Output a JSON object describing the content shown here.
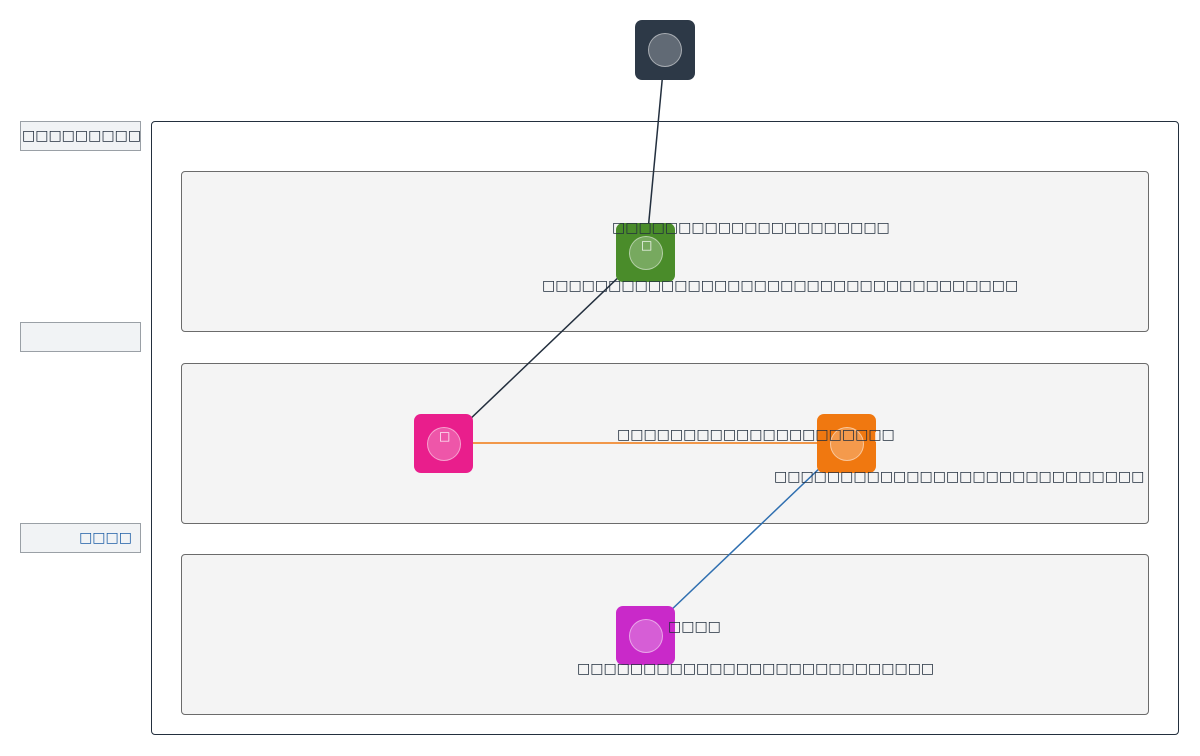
{
  "diagram": {
    "side_labels": [
      {
        "id": "label-1",
        "text": "□□□□□□□□□□□□□□□"
      },
      {
        "id": "label-2",
        "text": ""
      },
      {
        "id": "label-3",
        "text": "□□□□"
      }
    ],
    "nodes": {
      "top": {
        "glyph": "",
        "color": "#2d3947"
      },
      "green": {
        "glyph": "□",
        "color": "#4a8c2a",
        "title": "□□□□□□□□□□□□□□□□□□□□□",
        "subtitle": "□□□□□□□□□□□□□□□□□□□□□□□□□□□□□□□□□□□□"
      },
      "pink": {
        "glyph": "□",
        "color": "#e91e8c"
      },
      "orange": {
        "glyph": "□",
        "color": "#f07810",
        "subtitle": "□□□□□□□□□□□□□□□□□□□□□□□□□□□□"
      },
      "purple": {
        "glyph": "",
        "color": "#c929c9",
        "title": "□□□□",
        "subtitle": "□□□□□□□□□□□□□□□□□□□□□□□□□□□"
      }
    },
    "edge_label": "□□□□□□□□□□□□□□□□□□□□□",
    "colors": {
      "frame": "#232f3e",
      "edge_dark": "#232f3e",
      "edge_orange": "#f07810",
      "edge_blue": "#2f6fb0",
      "arrow_head": "#5a5f66"
    }
  }
}
